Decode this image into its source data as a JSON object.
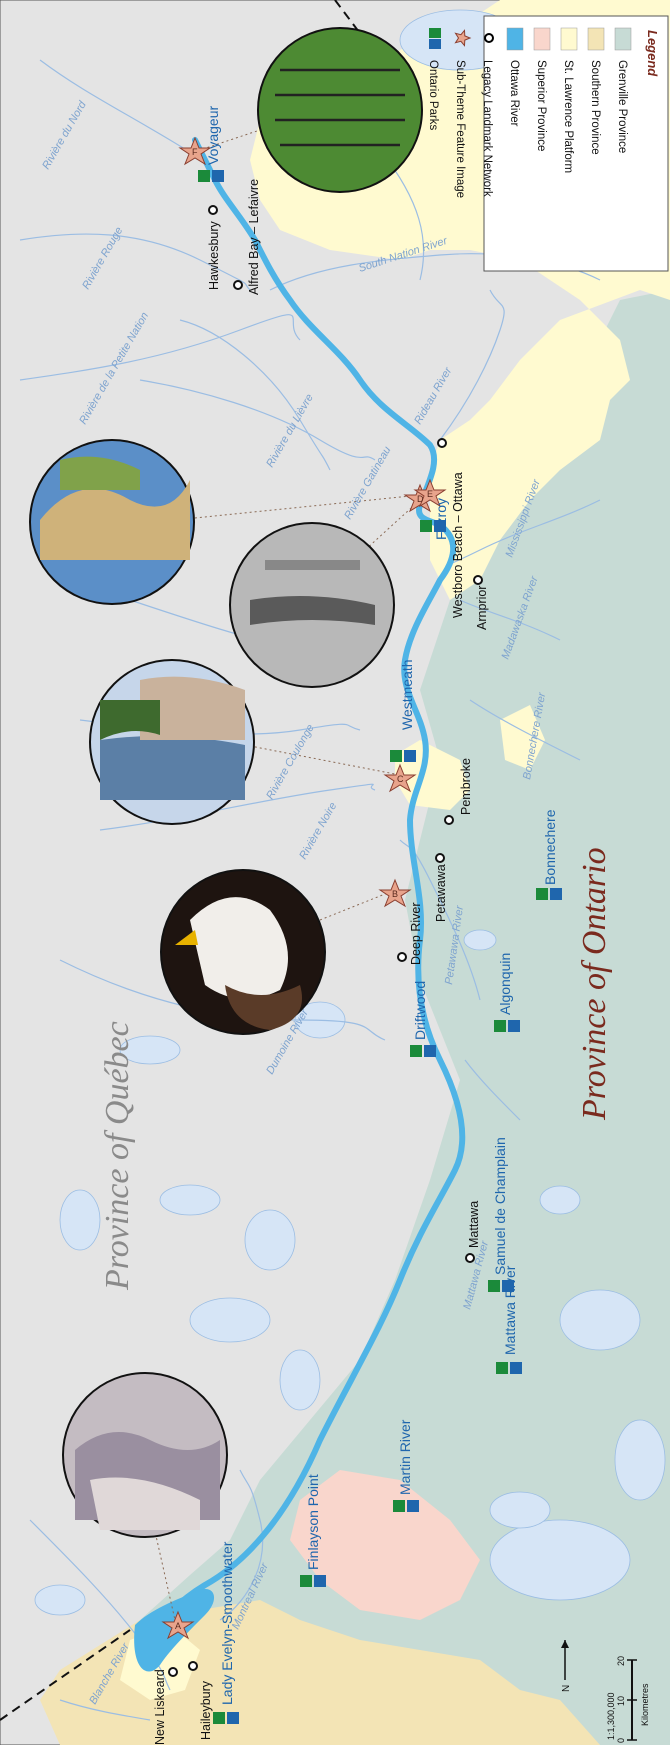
{
  "provinces": {
    "quebec": "Province of Québec",
    "ontario": "Province of Ontario"
  },
  "rivers": [
    "Rivière du Nord",
    "Rivière Rouge",
    "Rivière de la Petite Nation",
    "Rivière du Lièvre",
    "Rivière Gatineau",
    "Rivière Coulonge",
    "Rivière Noire",
    "Dumoine River",
    "Montreal River",
    "Blanche River",
    "South Nation River",
    "Rideau River",
    "Mississippi River",
    "Madawaska River",
    "Bonnechere River",
    "Petawawa River",
    "Mattawa River"
  ],
  "towns": [
    "Hawkesbury",
    "Alfred Bay – Lefaivre",
    "Westboro Beach – Ottawa",
    "Arnprior",
    "Pembroke",
    "Petawawa",
    "Deep River",
    "Mattawa",
    "Haileybury",
    "New Liskeard"
  ],
  "parks": [
    "Voyageur",
    "Fitzroy",
    "Westmeath",
    "Bonnechere",
    "Driftwood",
    "Algonquin",
    "Samuel de Champlain",
    "Mattawa River",
    "Martin River",
    "Finlayson Point",
    "Lady Evelyn-Smoothwater"
  ],
  "feature_markers": [
    "A",
    "B",
    "C",
    "D",
    "E",
    "F"
  ],
  "legend": {
    "title": "Legend",
    "items": [
      {
        "label": "Grenville Province",
        "color": "#c7dbd5"
      },
      {
        "label": "Southern Province",
        "color": "#f3e4b5"
      },
      {
        "label": "St. Lawrence Platform",
        "color": "#fffad0"
      },
      {
        "label": "Superior Province",
        "color": "#f9d6cc"
      },
      {
        "label": "Ottawa River",
        "color": "#4fb4e6"
      },
      {
        "label": "Legacy Landmark Network",
        "color": "#000000"
      },
      {
        "label": "Sub-Theme Feature Image",
        "color": "#e8a48c"
      },
      {
        "label": "Ontario Parks",
        "color": "#1b8a3a"
      }
    ]
  },
  "scale": {
    "ratio": "1:1,300,000",
    "ticks": [
      "0",
      "10",
      "20"
    ],
    "unit": "Kilometres"
  },
  "north_label": "N",
  "colors": {
    "quebec_land": "#e4e4e4",
    "grenville": "#c7dbd5",
    "southern": "#f3e4b5",
    "st_lawrence": "#fffad0",
    "superior": "#f9d6cc",
    "ottawa_river": "#4fb4e6",
    "lakes": "#d6e5f6",
    "minor_rivers": "#9bbde3",
    "park_label": "#1f66ad",
    "ontario_label": "#7a2a1e",
    "quebec_label": "#8a8a8a"
  }
}
